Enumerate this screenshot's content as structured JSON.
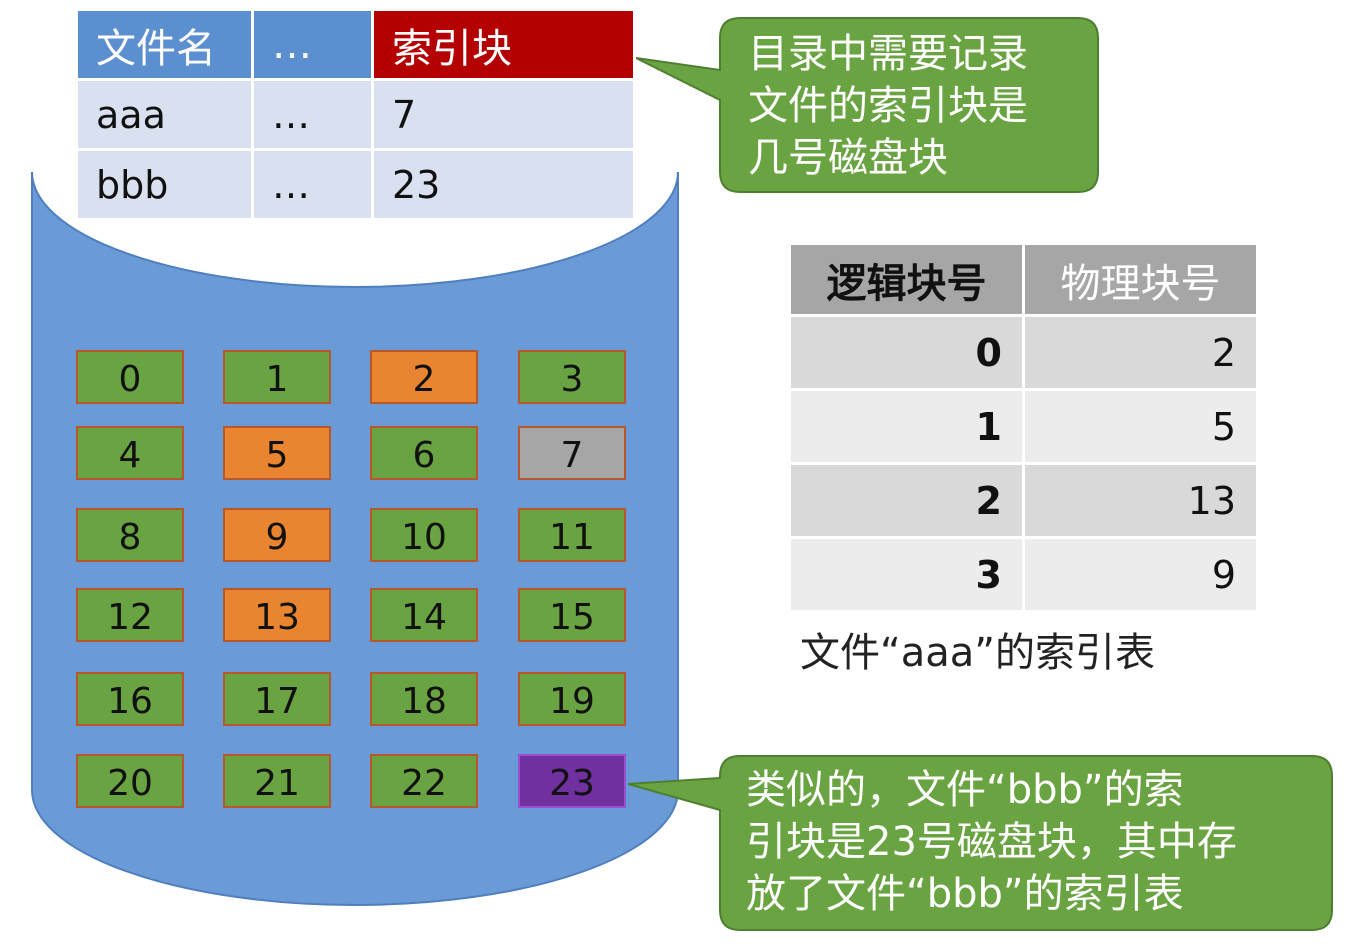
{
  "directory": {
    "headers": [
      "文件名",
      "…",
      "索引块"
    ],
    "rows": [
      [
        "aaa",
        "…",
        "7"
      ],
      [
        "bbb",
        "…",
        "23"
      ]
    ]
  },
  "disk_blocks": {
    "labels": [
      "0",
      "1",
      "2",
      "3",
      "4",
      "5",
      "6",
      "7",
      "8",
      "9",
      "10",
      "11",
      "12",
      "13",
      "14",
      "15",
      "16",
      "17",
      "18",
      "19",
      "20",
      "21",
      "22",
      "23"
    ],
    "index_blocks": [
      "7",
      "23"
    ],
    "data_blocks_aaa": [
      "2",
      "5",
      "13",
      "9"
    ]
  },
  "index_table": {
    "headers": [
      "逻辑块号",
      "物理块号"
    ],
    "rows": [
      [
        "0",
        "2"
      ],
      [
        "1",
        "5"
      ],
      [
        "2",
        "13"
      ],
      [
        "3",
        "9"
      ]
    ],
    "caption": "文件“aaa”的索引表"
  },
  "callouts": {
    "top": [
      "目录中需要记录",
      "文件的索引块是",
      "几号磁盘块"
    ],
    "bottom": [
      "类似的，文件“bbb”的索",
      "引块是23号磁盘块，其中存",
      "放了文件“bbb”的索引表"
    ]
  },
  "colors": {
    "cylinder": "#6a9bd6",
    "free_block": "#6aa442",
    "data_block": "#e98430",
    "index_block_aaa": "#a6a6a6",
    "index_block_bbb": "#7030a0",
    "callout": "#6aa442",
    "header_highlight": "#b40000"
  }
}
